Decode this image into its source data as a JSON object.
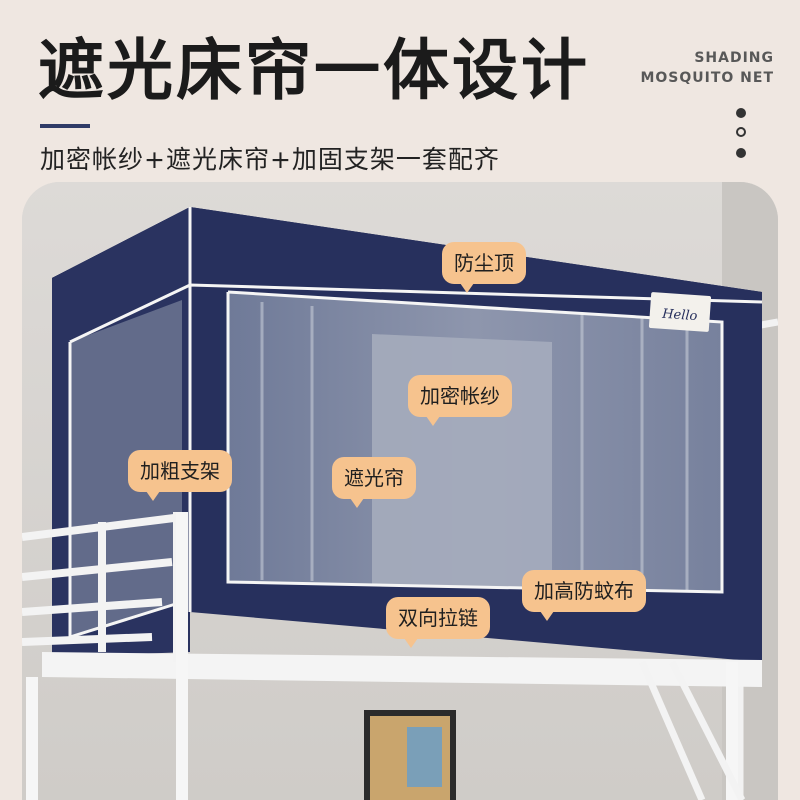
{
  "header": {
    "title": "遮光床帘一体设计",
    "subtitle": "加密帐纱+遮光床帘+加固支架一套配齐",
    "brand_line1": "SHADING",
    "brand_line2": "MOSQUITO NET"
  },
  "product": {
    "hello_tag": "Hello",
    "callouts": {
      "dust_top": "防尘顶",
      "dense_mesh": "加密帐纱",
      "thick_frame": "加粗支架",
      "blackout_curtain": "遮光帘",
      "raised_skirt": "加高防蚊布",
      "double_zipper": "双向拉链"
    }
  },
  "colors": {
    "background": "#efe7e1",
    "canopy": "#27305d",
    "callout": "#f6c38e",
    "accent_bar": "#2f3b67"
  }
}
